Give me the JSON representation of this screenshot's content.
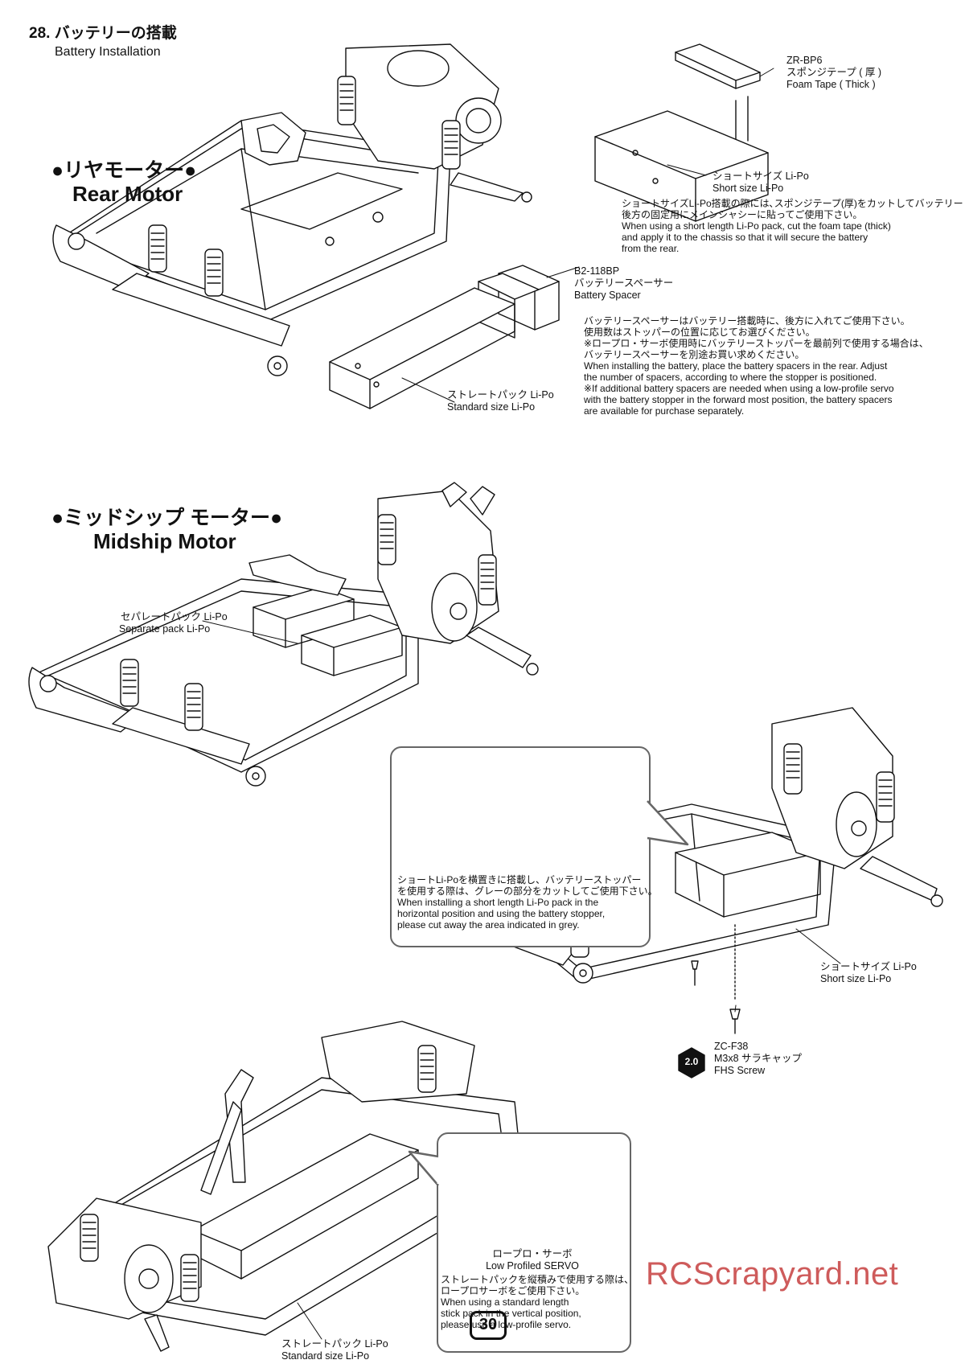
{
  "header": {
    "step": "28. バッテリーの搭載",
    "step_en": "Battery Installation"
  },
  "section_rear": {
    "title_jp": "●リヤモーター●",
    "title_en": "Rear Motor"
  },
  "section_mid": {
    "title_jp": "●ミッドシップ モーター●",
    "title_en": "Midship Motor"
  },
  "parts": {
    "foam_tape": {
      "code": "ZR-BP6",
      "jp": "スポンジテープ ( 厚 )",
      "en": "Foam Tape ( Thick )"
    },
    "short_lipo": {
      "jp": "ショートサイズ Li-Po",
      "en": "Short size Li-Po"
    },
    "spacer": {
      "code": "B2-118BP",
      "jp": "バッテリースペーサー",
      "en": "Battery Spacer"
    },
    "straight_lipo": {
      "jp": "ストレートパック Li-Po",
      "en": "Standard size Li-Po"
    },
    "separate_lipo": {
      "jp": "セパレートパック Li-Po",
      "en": "Separate pack Li-Po"
    },
    "short_lipo_2": {
      "jp": "ショートサイズ Li-Po",
      "en": "Short size Li-Po"
    },
    "screw": {
      "code": "ZC-F38",
      "jp": "M3x8 サラキャップ",
      "en": "FHS Screw",
      "hex": "2.0"
    },
    "straight_lipo_2": {
      "jp": "ストレートパック Li-Po",
      "en": "Standard size Li-Po"
    }
  },
  "notes": {
    "short_lipo_note": "ショートサイズLi-Po搭載の際には､スポンジテープ(厚)をカットしてバッテリー\n後方の固定用にメインシャシーに貼ってご使用下さい。\nWhen using a short length Li-Po pack, cut the foam tape (thick)\nand apply it to the chassis so that it will secure the battery\nfrom the rear.",
    "spacer_note": "バッテリースペーサーはバッテリー搭載時に、後方に入れてご使用下さい。\n使用数はストッパーの位置に応じてお選びください。\n※ロープロ・サーボ使用時にバッテリーストッパーを最前列で使用する場合は、\nバッテリースペーサーを別途お買い求めください。\nWhen installing the battery, place the battery spacers in the rear. Adjust\nthe number of spacers, according to where the stopper is positioned.\n※If additional battery spacers are needed when using a low-profile servo\nwith the battery stopper in the forward most position, the battery spacers\nare available for purchase separately.",
    "stopper_note": "ショートLi-Poを横置きに搭載し、バッテリーストッパー\nを使用する際は、グレーの部分をカットしてご使用下さい。\nWhen installing a short length Li-Po pack in the\nhorizontal position and using the battery stopper,\nplease cut away the area indicated in grey.",
    "servo_title_jp": "ロープロ・サーボ",
    "servo_title_en": "Low Profiled SERVO",
    "servo_note": "ストレートパックを縦積みで使用する際は、\nロープロサーボをご使用下さい。\nWhen using a standard length\nstick pack in the vertical position,\nplease use a low-profile servo."
  },
  "page_number": "30",
  "watermark": "RCScrapyard.net",
  "colors": {
    "line": "#111111",
    "grey_mark": "#8a8a8a",
    "callout_border": "#666666",
    "watermark": "#c94a4a"
  }
}
